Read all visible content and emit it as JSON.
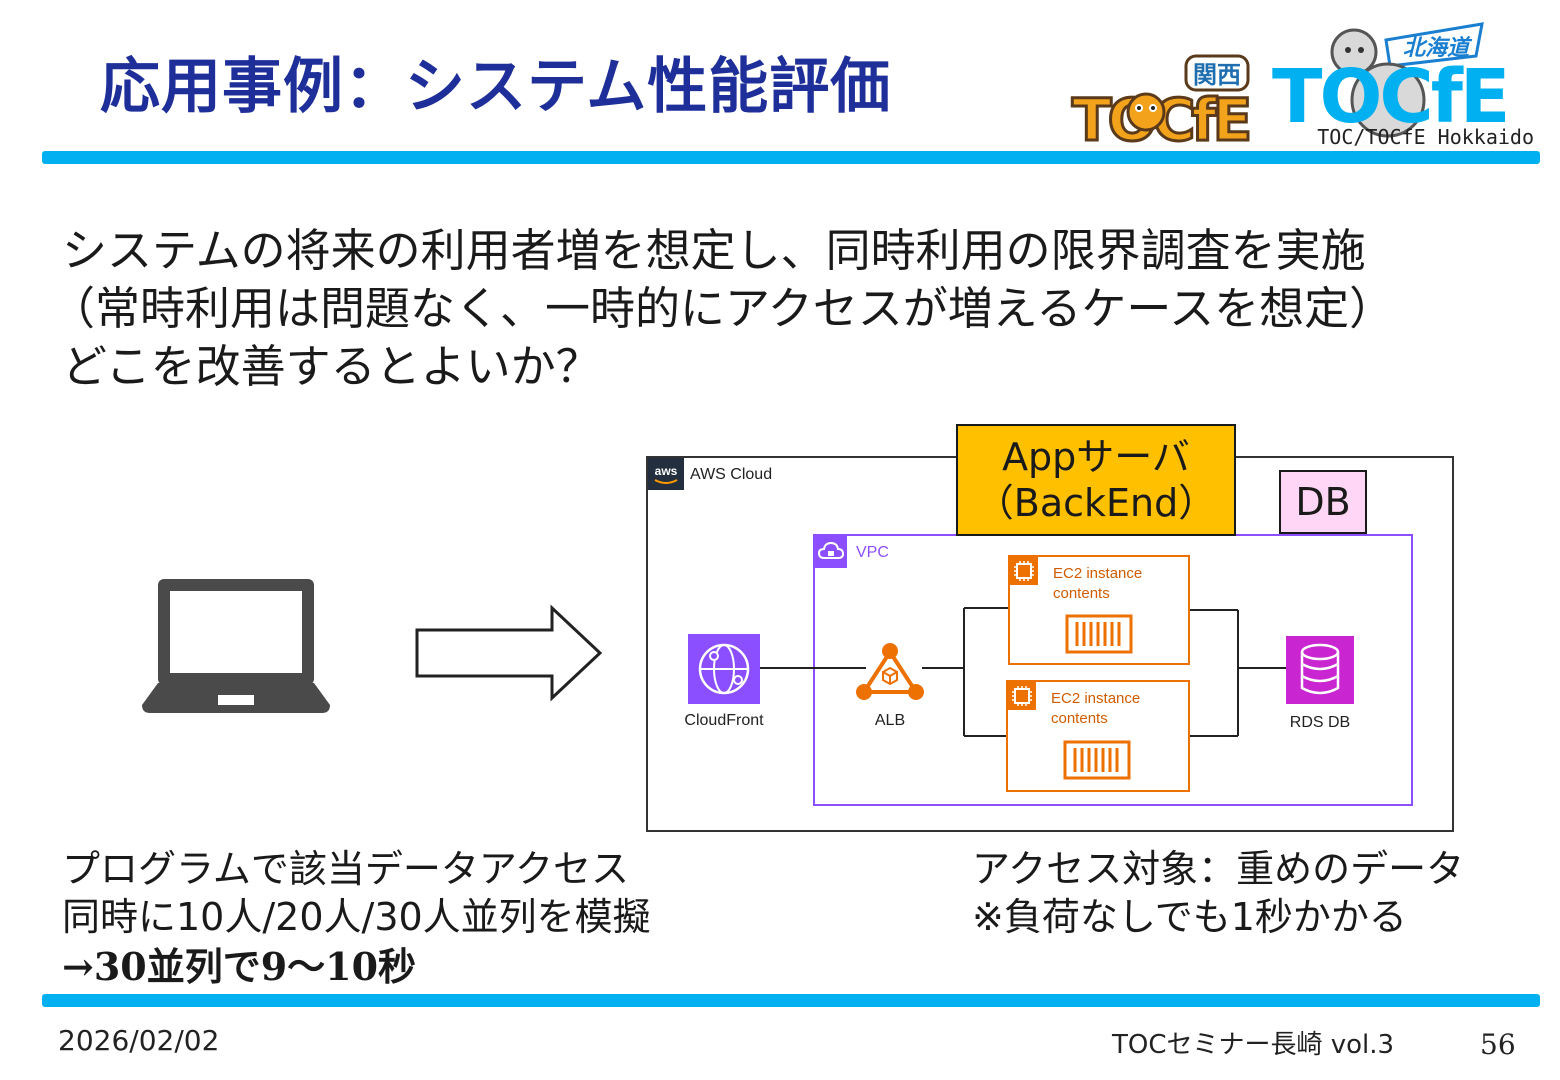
{
  "header": {
    "title": "応用事例：システム性能評価",
    "logo_kansai_tag": "関西",
    "logo_kansai_text": "TOCfE",
    "logo_hokkaido_tag": "北海道",
    "logo_hokkaido_text": "TOCfE",
    "logo_hokkaido_sub": "TOC/TOCfE Hokkaido"
  },
  "intro": {
    "line1": "システムの将来の利用者増を想定し、同時利用の限界調査を実施",
    "line2": "（常時利用は問題なく、一時的にアクセスが増えるケースを想定）",
    "line3": "どこを改善するとよいか？"
  },
  "diagram": {
    "aws_cloud_label": "AWS Cloud",
    "aws_badge": "aws",
    "vpc_label": "VPC",
    "cloudfront_label": "CloudFront",
    "alb_label": "ALB",
    "ec2_1_line1": "EC2 instance",
    "ec2_1_line2": "contents",
    "ec2_2_line1": "EC2 instance",
    "ec2_2_line2": "contents",
    "rds_label": "RDS DB",
    "app_server_line1": "Appサーバ",
    "app_server_line2": "（BackEnd）",
    "db_label": "DB",
    "colors": {
      "app_server": "#ffc000",
      "db": "#ffd6f5",
      "vpc": "#8c4fff",
      "ec2": "#ed7100",
      "rds": "#c925d1",
      "cloudfront": "#8c4fff",
      "alb": "#ed7100"
    },
    "icons": [
      "laptop-icon",
      "right-arrow-icon",
      "cloudfront-icon",
      "alb-icon",
      "ec2-chip-icon",
      "container-icon",
      "rds-database-icon",
      "vpc-cloud-icon"
    ]
  },
  "notes": {
    "left_line1": "プログラムで該当データアクセス",
    "left_line2": "同時に10人/20人/30人並列を模擬",
    "left_line3": "→30並列で9～10秒",
    "right_line1": "アクセス対象：重めのデータ",
    "right_line2": "※負荷なしでも1秒かかる"
  },
  "footer": {
    "date": "2026/02/02",
    "event": "TOCセミナー長崎 vol.3",
    "page": "56"
  },
  "theme": {
    "title_color": "#1f2f9a",
    "bar_color": "#00b0f0"
  }
}
